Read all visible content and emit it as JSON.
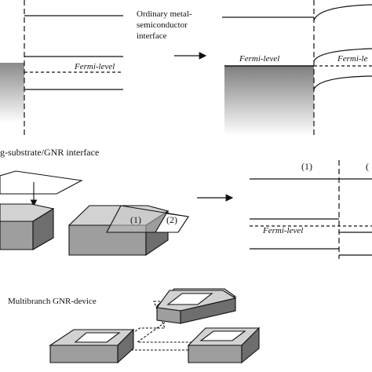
{
  "top_panel": {
    "label_fermi_left": "Fermi-level",
    "arrow_caption": [
      "Ordinary metal-",
      "semiconductor",
      "interface"
    ],
    "label_fermi_right_a": "Fermi-level",
    "label_fermi_right_b": "Fermi-le"
  },
  "middle_panel": {
    "title": "g-substrate/GNR interface",
    "region_1": "(1)",
    "region_2": "(2)",
    "band_region_1": "(1)",
    "band_region_2": "(",
    "label_fermi": "Fermi-level"
  },
  "bottom_panel": {
    "title": "Multibranch GNR-device"
  },
  "colors": {
    "line": "#111111",
    "metal_gradient_top": "#8a8a8a",
    "metal_gradient_bottom": "#ffffff",
    "block_top": "#d2d2d2",
    "block_front": "#9e9e9e",
    "block_side": "#6e6e6e"
  }
}
